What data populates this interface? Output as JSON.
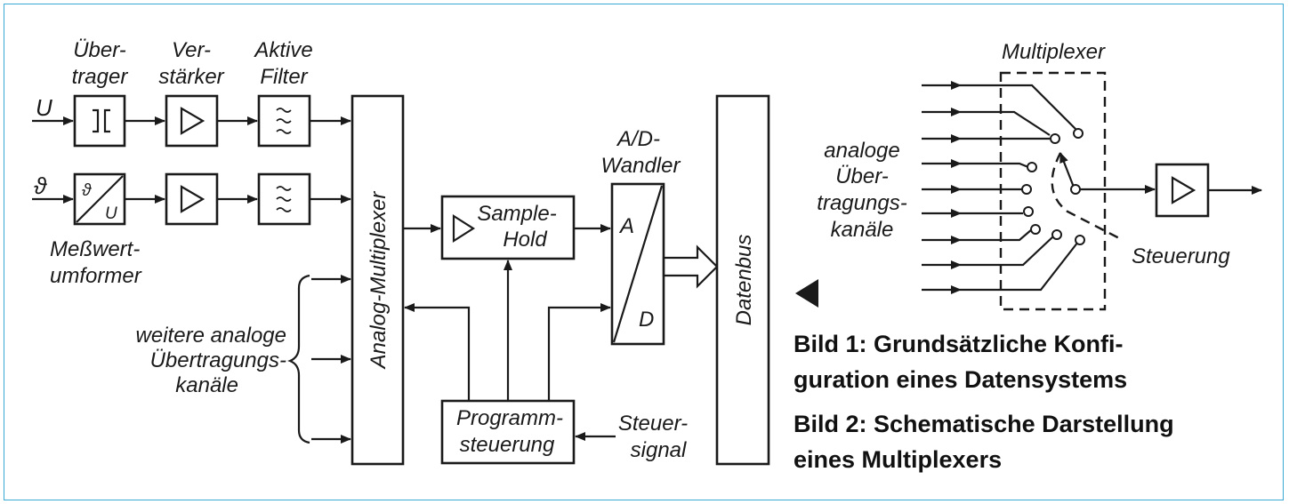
{
  "colors": {
    "frame": "#3aa9d6",
    "ink": "#1a1a1a",
    "background": "#ffffff"
  },
  "figure1": {
    "labels": {
      "uebertrager": [
        "Über-",
        "trager"
      ],
      "verstaerker": [
        "Ver-",
        "stärker"
      ],
      "aktive_filter": [
        "Aktive",
        "Filter"
      ],
      "input_u": "U",
      "input_theta": "ϑ",
      "wandler_theta": "ϑ",
      "wandler_u": "U",
      "messwertumformer": [
        "Meßwert-",
        "umformer"
      ],
      "weitere_kanaele": [
        "weitere analoge",
        "Übertragungs-",
        "kanäle"
      ],
      "analog_multiplexer": "Analog-Multiplexer",
      "sample_hold": [
        "Sample-",
        "Hold"
      ],
      "ad_wandler": [
        "A/D-",
        "Wandler"
      ],
      "ad_a": "A",
      "ad_d": "D",
      "datenbus": "Datenbus",
      "programmsteuerung": [
        "Programm-",
        "steuerung"
      ],
      "steuersignal": [
        "Steuer-",
        "signal"
      ]
    },
    "icons": [
      "transformer-icon",
      "amplifier-triangle-icon",
      "filter-wave-icon",
      "transducer-icon"
    ]
  },
  "figure2": {
    "labels": {
      "multiplexer": "Multiplexer",
      "analoge_kanaele": [
        "analoge",
        "Über-",
        "tragungs-",
        "kanäle"
      ],
      "steuerung": "Steuerung"
    },
    "input_count": 9
  },
  "captions": {
    "bild1": [
      "Bild 1: Grundsätzliche Konfi-",
      "guration eines Datensystems"
    ],
    "bild2": [
      "Bild 2: Schematische Darstellung",
      "eines Multiplexers"
    ]
  }
}
